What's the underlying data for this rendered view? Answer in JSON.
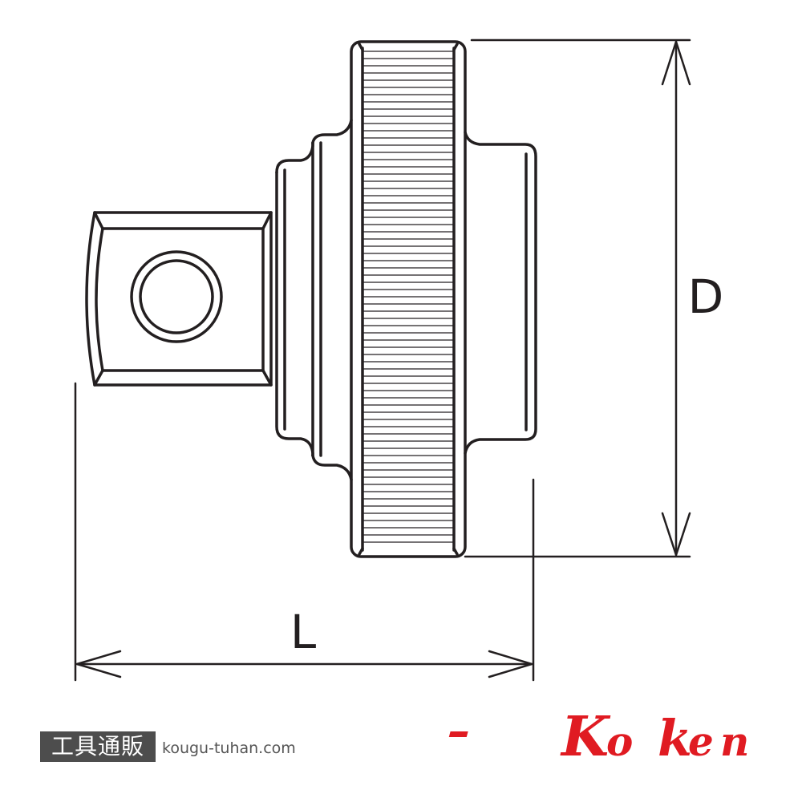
{
  "diagram": {
    "dimension_labels": {
      "diameter": "D",
      "length": "L"
    }
  },
  "footer": {
    "shop_badge": "工具通販",
    "shop_url": "kougu-tuhan.com",
    "brand_logo": "Ko-ken",
    "colors": {
      "badge_bg": "#4d4d4d",
      "logo": "#e01b22",
      "line": "#231f20"
    }
  }
}
